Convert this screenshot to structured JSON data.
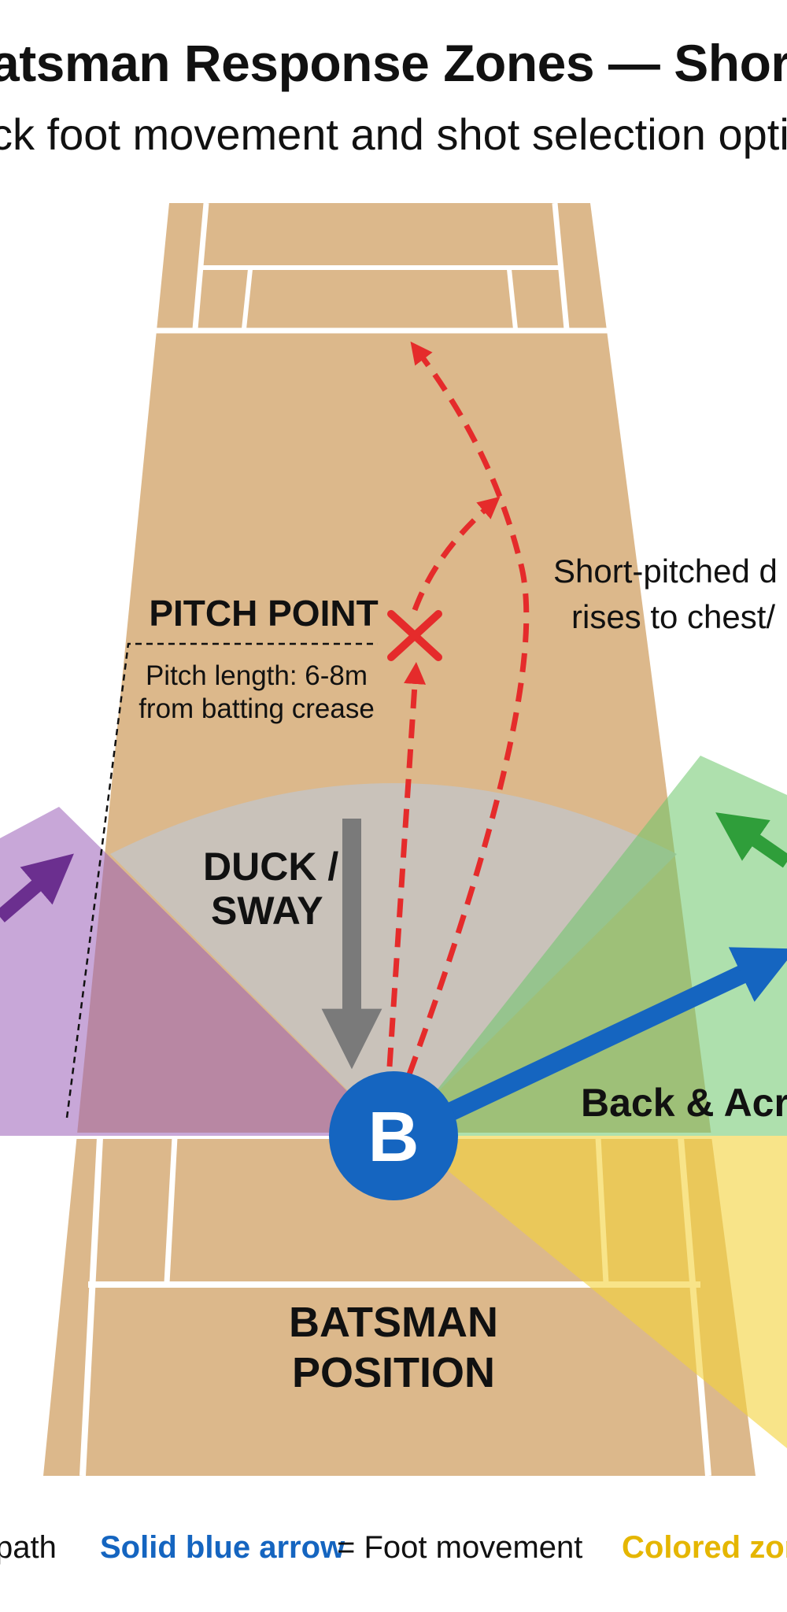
{
  "title": "atsman Response Zones — Short",
  "subtitle": "ck foot movement and shot selection optio",
  "labels": {
    "pitch_point": "PITCH POINT",
    "pitch_length_line1": "Pitch length: 6-8m",
    "pitch_length_line2": "from batting crease",
    "short_pitched_line1": "Short-pitched d",
    "short_pitched_line2": "rises to chest/",
    "duck_line1": "DUCK /",
    "duck_line2": "SWAY",
    "back_across": "Back & Acr",
    "batsman_marker": "B",
    "batsman_position_line1": "BATSMAN",
    "batsman_position_line2": "POSITION"
  },
  "legend": {
    "red_path": "path",
    "blue_key": "Solid blue arrow",
    "blue_desc": "= Foot movement",
    "yellow_key": "Colored zon"
  },
  "colors": {
    "pitch": "#dcb88b",
    "crease_lines": "#ffffff",
    "ball_path": "#e52b2b",
    "foot_movement": "#1565c0",
    "duck_zone": "#c4c4c4",
    "purple_zone": "#9a5fb8",
    "green_zone": "#6cc76a",
    "yellow_zone": "#f3d23a",
    "duck_arrow": "#7a7a7a"
  }
}
